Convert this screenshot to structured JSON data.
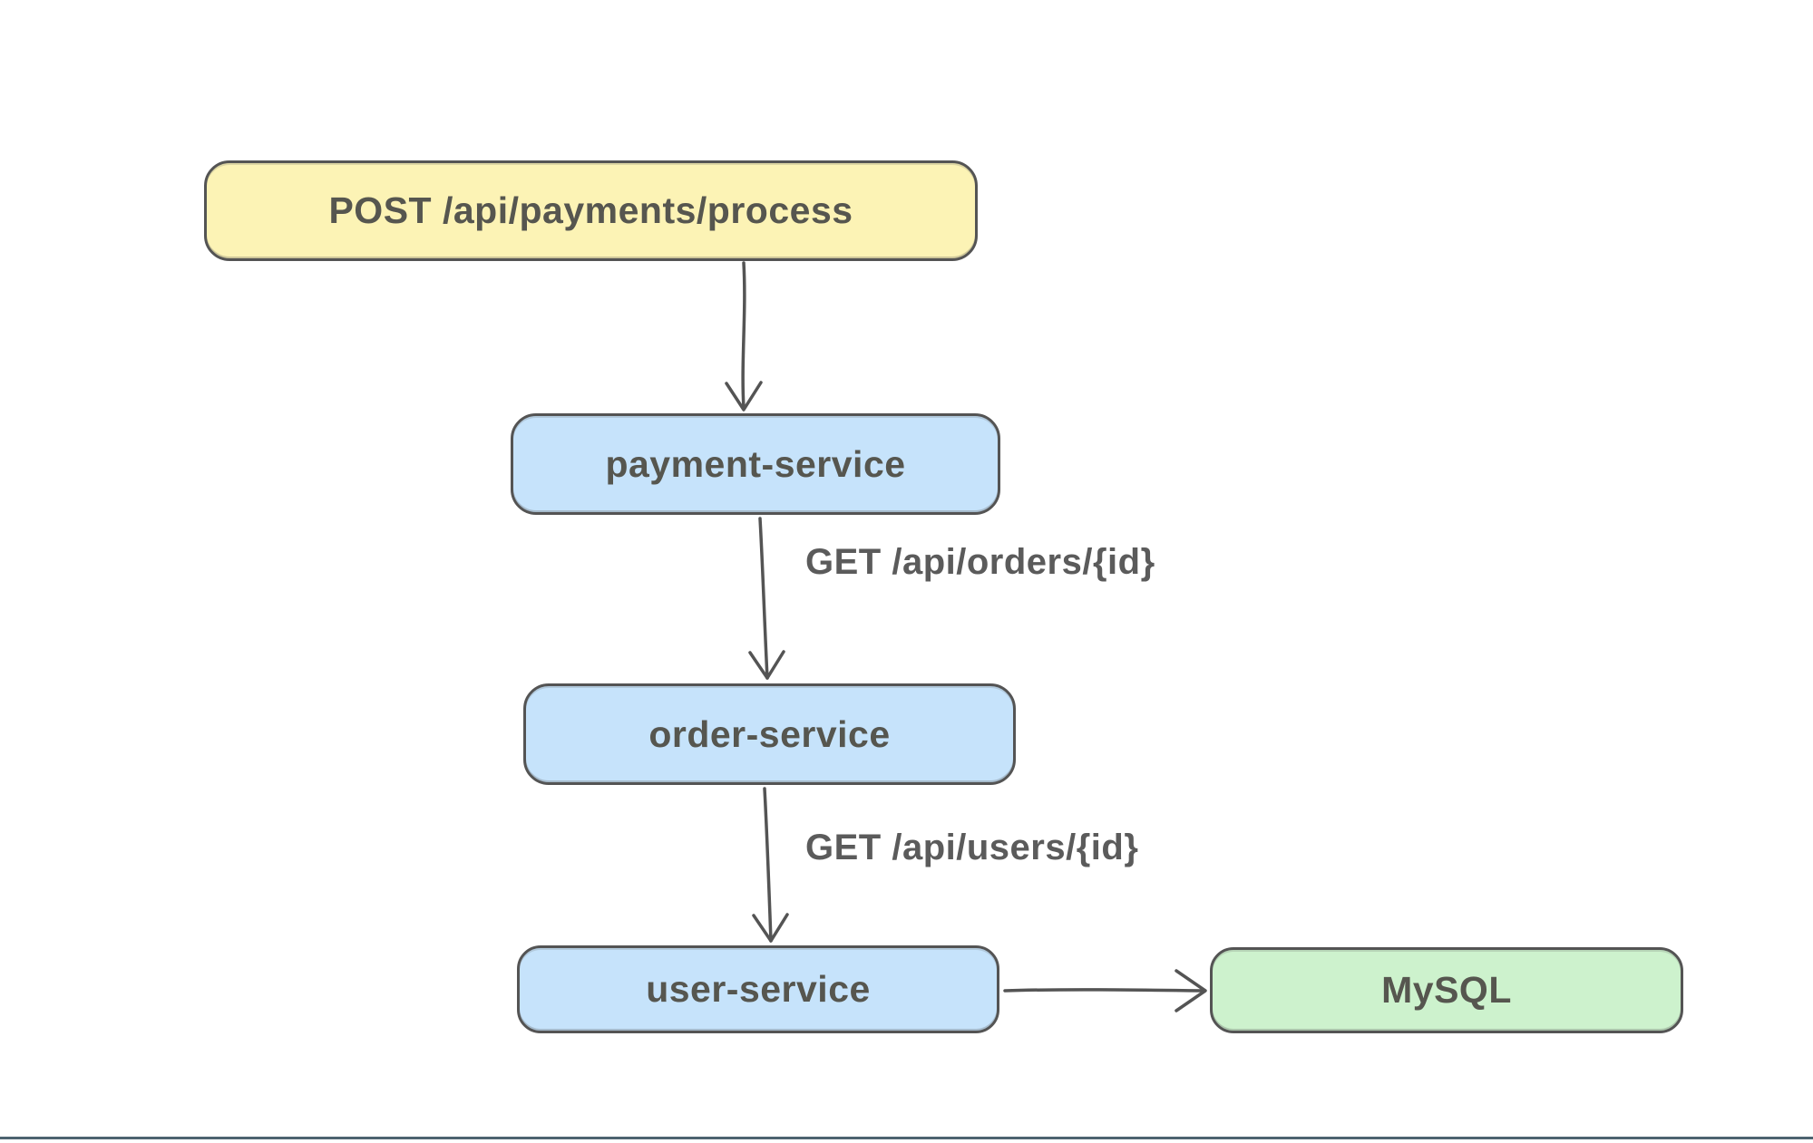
{
  "diagram": {
    "type": "flowchart",
    "direction": "top-down",
    "nodes": {
      "endpoint": {
        "label": "POST /api/payments/process",
        "fill": "#fcf3b5",
        "shape": "rounded-rect",
        "role": "api-endpoint"
      },
      "payment_service": {
        "label": "payment-service",
        "fill": "#c6e3fb",
        "shape": "rounded-rect",
        "role": "service"
      },
      "order_service": {
        "label": "order-service",
        "fill": "#c6e3fb",
        "shape": "rounded-rect",
        "role": "service"
      },
      "user_service": {
        "label": "user-service",
        "fill": "#c6e3fb",
        "shape": "rounded-rect",
        "role": "service"
      },
      "mysql": {
        "label": "MySQL",
        "fill": "#cdf2cd",
        "shape": "rounded-rect",
        "role": "database"
      }
    },
    "edges": [
      {
        "from": "endpoint",
        "to": "payment_service",
        "label": ""
      },
      {
        "from": "payment_service",
        "to": "order_service",
        "label": "GET /api/orders/{id}"
      },
      {
        "from": "order_service",
        "to": "user_service",
        "label": "GET /api/users/{id}"
      },
      {
        "from": "user_service",
        "to": "mysql",
        "label": ""
      }
    ],
    "colors": {
      "background": "#ffffff",
      "stroke": "#545454",
      "node_text": "#56564f",
      "edge_label_text": "#5b5b5b",
      "footer_rule": "#4d6370"
    }
  }
}
